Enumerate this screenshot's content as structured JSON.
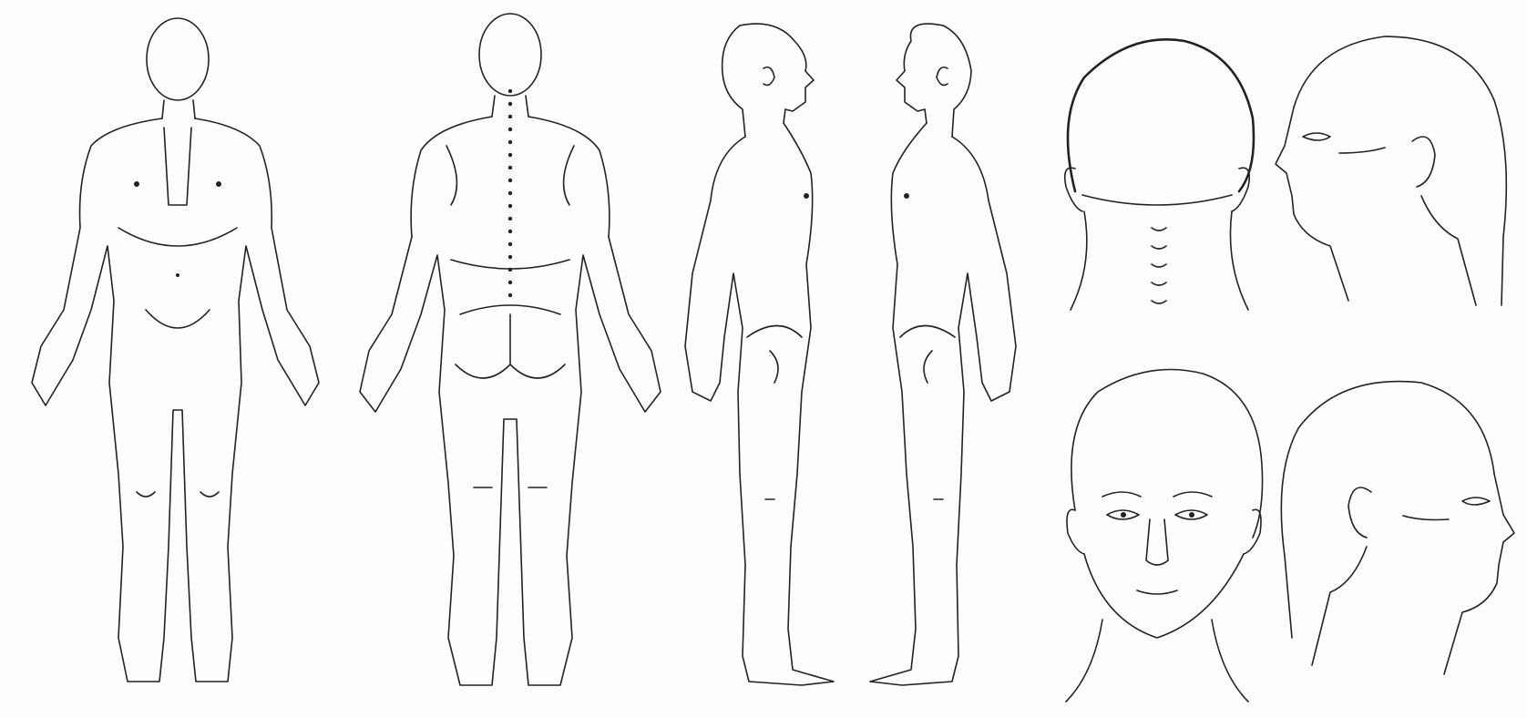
{
  "figure": {
    "kind": "blank body chart",
    "colors": {
      "ink": "#222222",
      "paper": "#fdfdfd"
    },
    "views": [
      "full-body-front",
      "full-body-back",
      "full-body-right-side",
      "full-body-left-side",
      "head-back",
      "head-right-profile",
      "head-front",
      "head-left-profile"
    ]
  }
}
